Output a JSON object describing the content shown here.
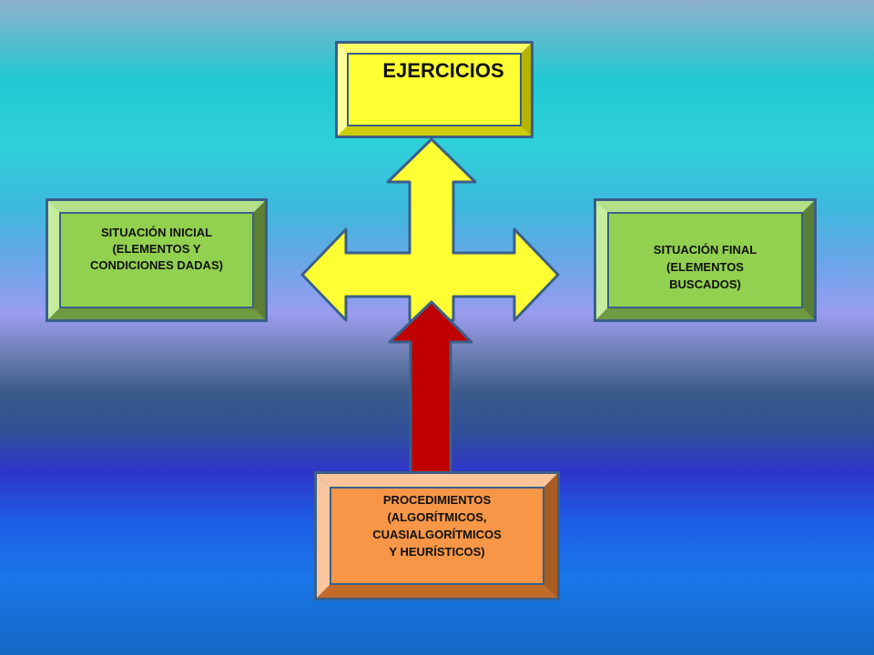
{
  "diagram": {
    "top": {
      "label": "EJERCICIOS"
    },
    "left": {
      "label": "SITUACIÓN INICIAL\n(ELEMENTOS Y\nCONDICIONES DADAS)"
    },
    "right": {
      "label": "SITUACIÓN FINAL\n(ELEMENTOS\nBUSCADOS)"
    },
    "bottom": {
      "label": "PROCEDIMIENTOS\n(ALGORÍTMICOS,\nCUASIALGORÍTMICOS\nY HEURÍSTICOS)"
    },
    "colors": {
      "yellow": "#ffff33",
      "green": "#92d050",
      "orange": "#f79646",
      "red": "#c00000",
      "outline": "#3a5f8a"
    }
  }
}
